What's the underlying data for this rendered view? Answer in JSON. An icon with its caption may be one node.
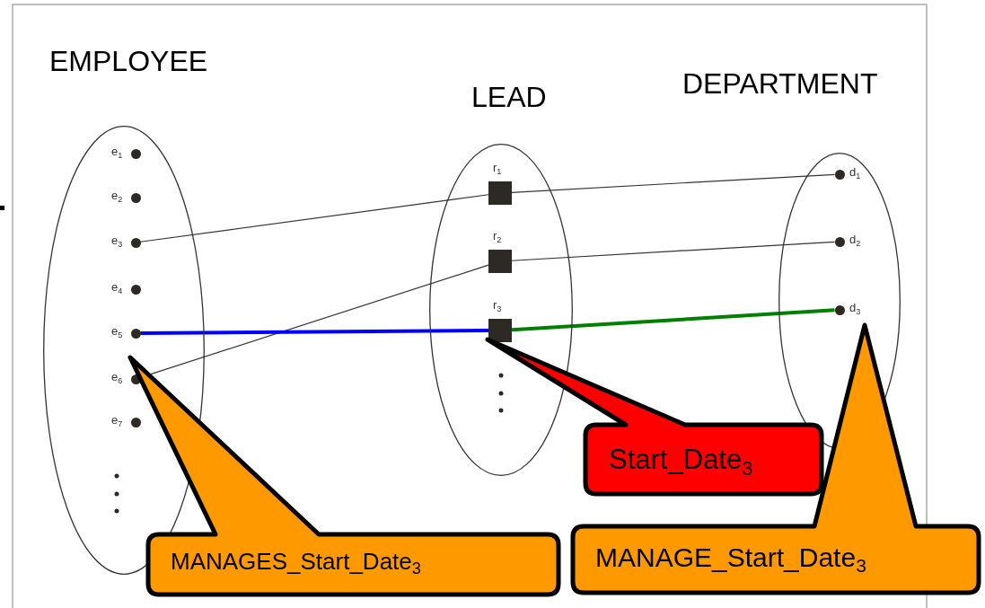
{
  "diagram": {
    "nodes": [
      {
        "text": [
          "EMPLOYEE"
        ]
      },
      {
        "text": [
          "LEAD"
        ]
      },
      {
        "text": [
          "DEPARTMENT"
        ]
      },
      {
        "text": [
          "e$_{1}$"
        ],
        "in": 0
      },
      {
        "text": [
          "e$_{2}$"
        ],
        "in": 0
      },
      {
        "text": [
          "e$_{3}$"
        ],
        "in": 0
      },
      {
        "text": [
          "e$_{4}$"
        ],
        "in": 0
      },
      {
        "text": [
          "e$_{5}$"
        ],
        "in": 0
      },
      {
        "text": [
          "e$_{6}$"
        ],
        "in": 0
      },
      {
        "text": [
          "e$_{7}$"
        ],
        "in": 0
      },
      {
        "text": [
          "r$_{1}$"
        ],
        "in": 1
      },
      {
        "text": [
          "r$_{2}$"
        ],
        "in": 1
      },
      {
        "text": [
          "r$_{3}$"
        ],
        "in": 1
      },
      {
        "text": [
          "d$_{1}$"
        ],
        "in": 2
      },
      {
        "text": [
          "d$_{2}$"
        ],
        "in": 2
      },
      {
        "text": [
          "d$_{3}$"
        ],
        "in": 2
      },
      {
        "text": [
          "MANAGES_Start_Date$_{3}$"
        ]
      },
      {
        "text": [
          "Start_Date$_{3}$"
        ]
      },
      {
        "text": [
          "MANAGE_Start_Date$_{3}$"
        ]
      }
    ],
    "edges": [
      {
        "from": 5,
        "to": 10,
        "arrow": "none"
      },
      {
        "from": 10,
        "to": 13,
        "arrow": "none"
      },
      {
        "from": 8,
        "to": 11,
        "arrow": "none"
      },
      {
        "from": 11,
        "to": 14,
        "arrow": "none"
      },
      {
        "from": 7,
        "to": 12,
        "arrow": "none",
        "style": "thick",
        "color": "#0000ff"
      },
      {
        "from": 12,
        "to": 15,
        "arrow": "none",
        "style": "thick",
        "color": "#008000"
      }
    ]
  }
}
